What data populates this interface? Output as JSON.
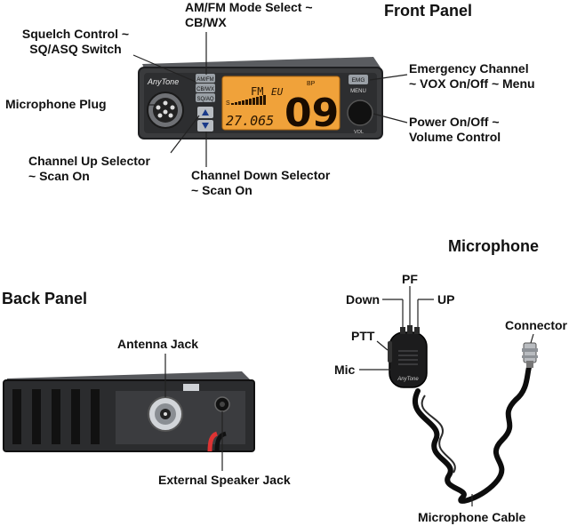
{
  "titles": {
    "front": "Front Panel",
    "back": "Back Panel",
    "mic": "Microphone"
  },
  "front_labels": {
    "squelch_1": "Squelch Control ~",
    "squelch_2": "SQ/ASQ Switch",
    "amfm_1": "AM/FM Mode Select ~",
    "amfm_2": "CB/WX",
    "emergency_1": "Emergency Channel",
    "emergency_2": "~ VOX On/Off ~ Menu",
    "mic_plug": "Microphone Plug",
    "power_1": "Power On/Off ~",
    "power_2": "Volume Control",
    "ch_up_1": "Channel Up Selector",
    "ch_up_2": "~ Scan On",
    "ch_down_1": "Channel Down Selector",
    "ch_down_2": "~ Scan On"
  },
  "back_labels": {
    "antenna": "Antenna Jack",
    "speaker": "External Speaker Jack"
  },
  "mic_labels": {
    "pf": "PF",
    "down": "Down",
    "up": "UP",
    "ptt": "PTT",
    "mic": "Mic",
    "connector": "Connector",
    "cable": "Microphone Cable"
  },
  "radio": {
    "brand": "AnyTone",
    "btn_amfm": "AM/FM",
    "btn_cbwx": "CB/WX",
    "btn_sqaq": "SQ/AQ",
    "btn_emg": "EMG",
    "menu": "MENU",
    "vol": "VOL",
    "lcd_mode": "FM",
    "lcd_region": "EU",
    "lcd_bp": "BP",
    "lcd_freq": "27.065",
    "lcd_channel": "09",
    "lcd_s": "S"
  },
  "mic_brand": "AnyTone",
  "colors": {
    "radio_body": "#3a3b3d",
    "lcd": "#f0a23a",
    "lcd_text": "#2a1600",
    "text": "#111111"
  }
}
